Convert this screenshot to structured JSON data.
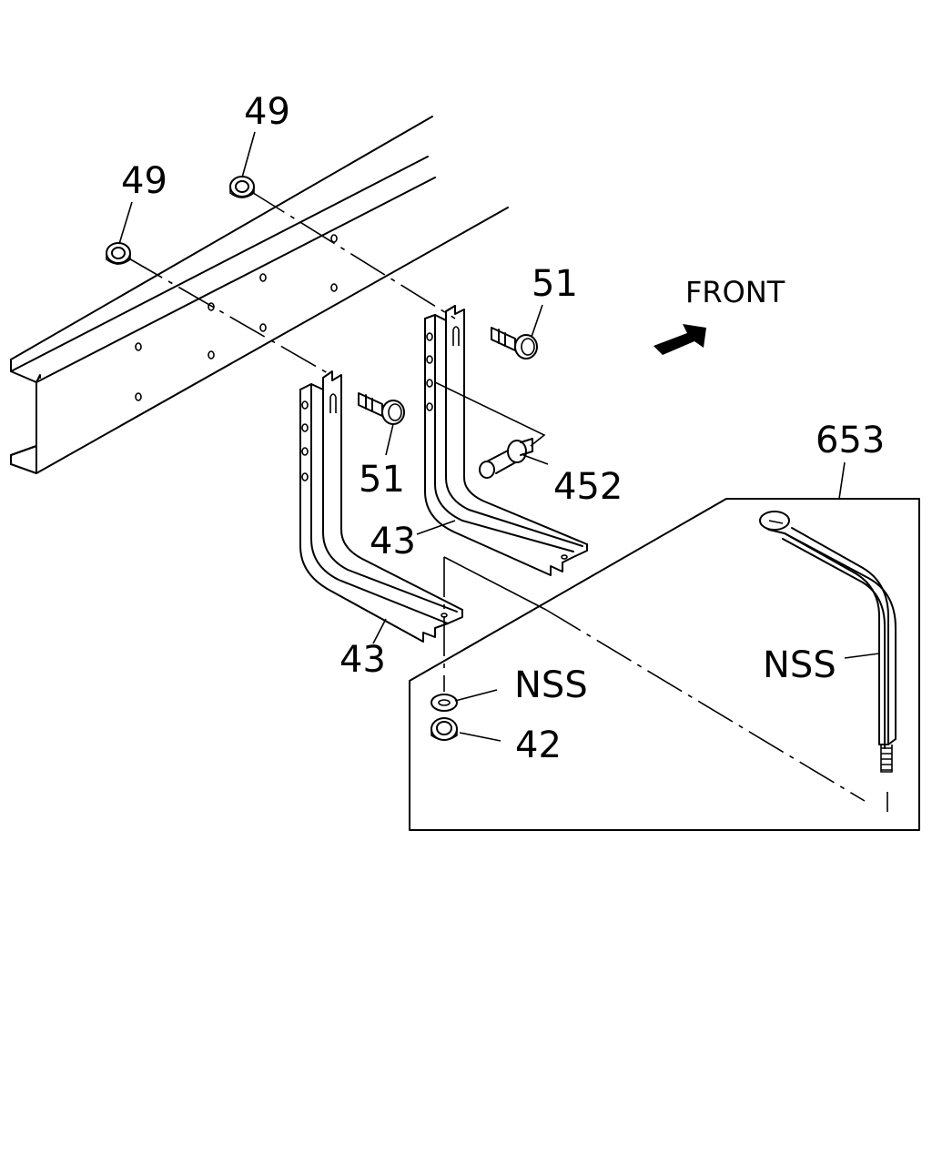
{
  "direction_label": "FRONT",
  "callouts": {
    "nut_upper": "49",
    "nut_lower": "49",
    "bolt_upper": "51",
    "bolt_lower": "51",
    "part_452": "452",
    "bracket_upper": "43",
    "bracket_lower": "43",
    "washer": "NSS",
    "nut_bottom": "42",
    "kit": "653",
    "kit_strap": "NSS"
  }
}
